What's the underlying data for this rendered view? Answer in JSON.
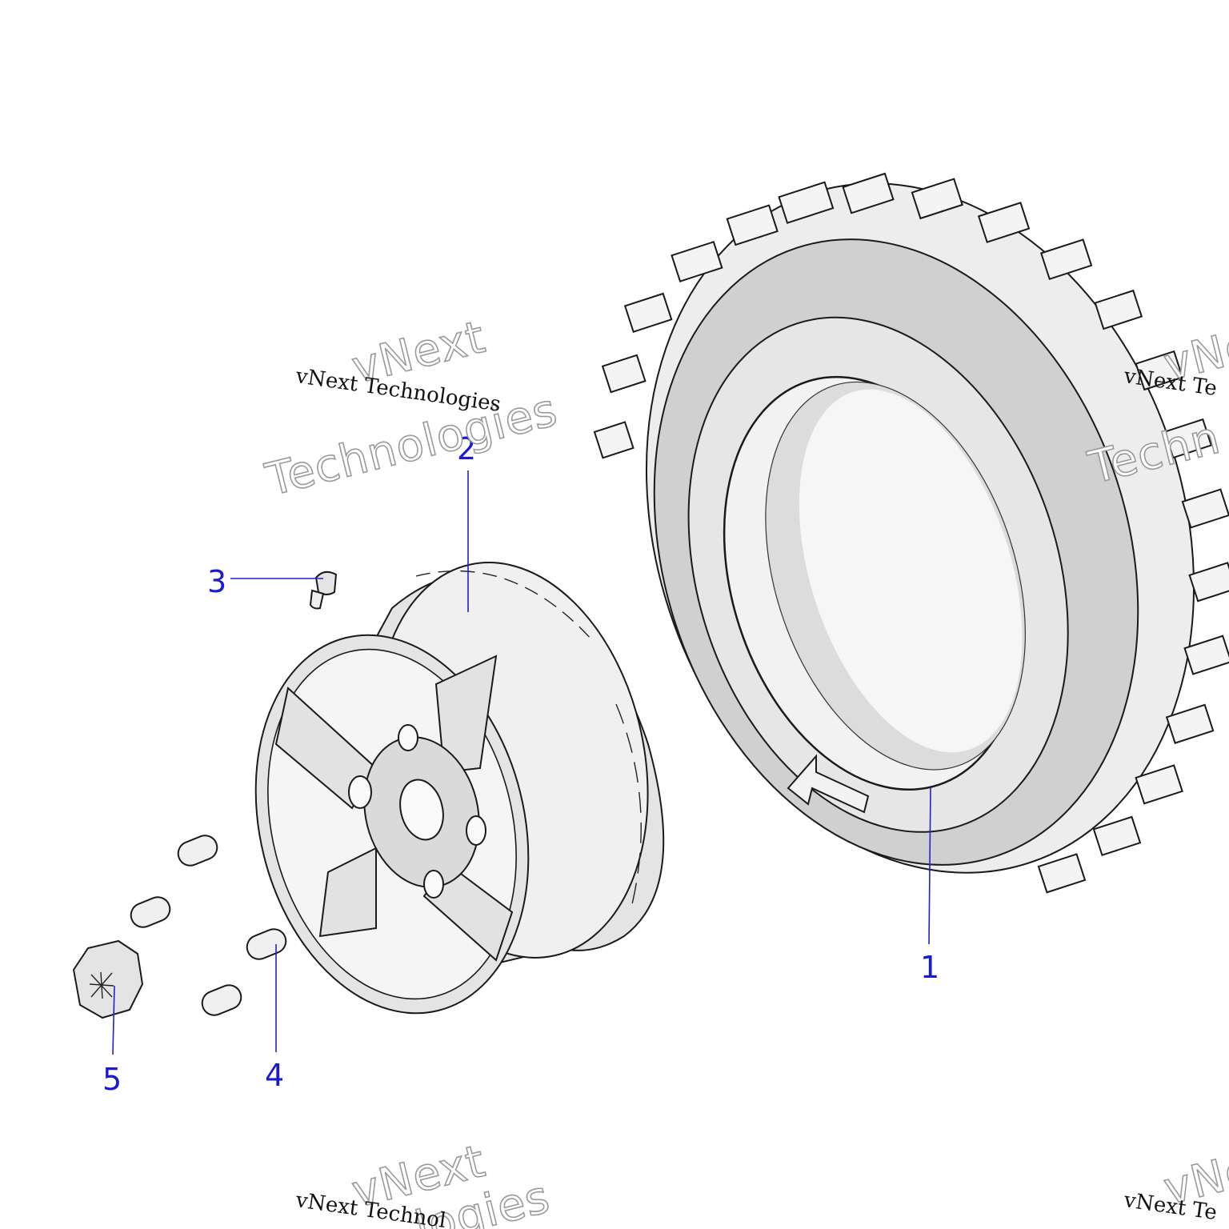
{
  "callouts": {
    "c1": "1",
    "c2": "2",
    "c3": "3",
    "c4": "4",
    "c5": "5"
  },
  "watermark": {
    "small": "vNext Technologies",
    "big_line1": "vNext",
    "big_line2": "Technologies",
    "small_cut": "vNext Te",
    "big_cut1": "vNe",
    "big_cut2": "Techn",
    "small_bottom_cut": "vNext Technol",
    "big_bottom_cut": "logies"
  },
  "colors": {
    "callout": "#1a1ad6",
    "part_fill": "#e4e4e4",
    "line": "#1a1a1a"
  }
}
